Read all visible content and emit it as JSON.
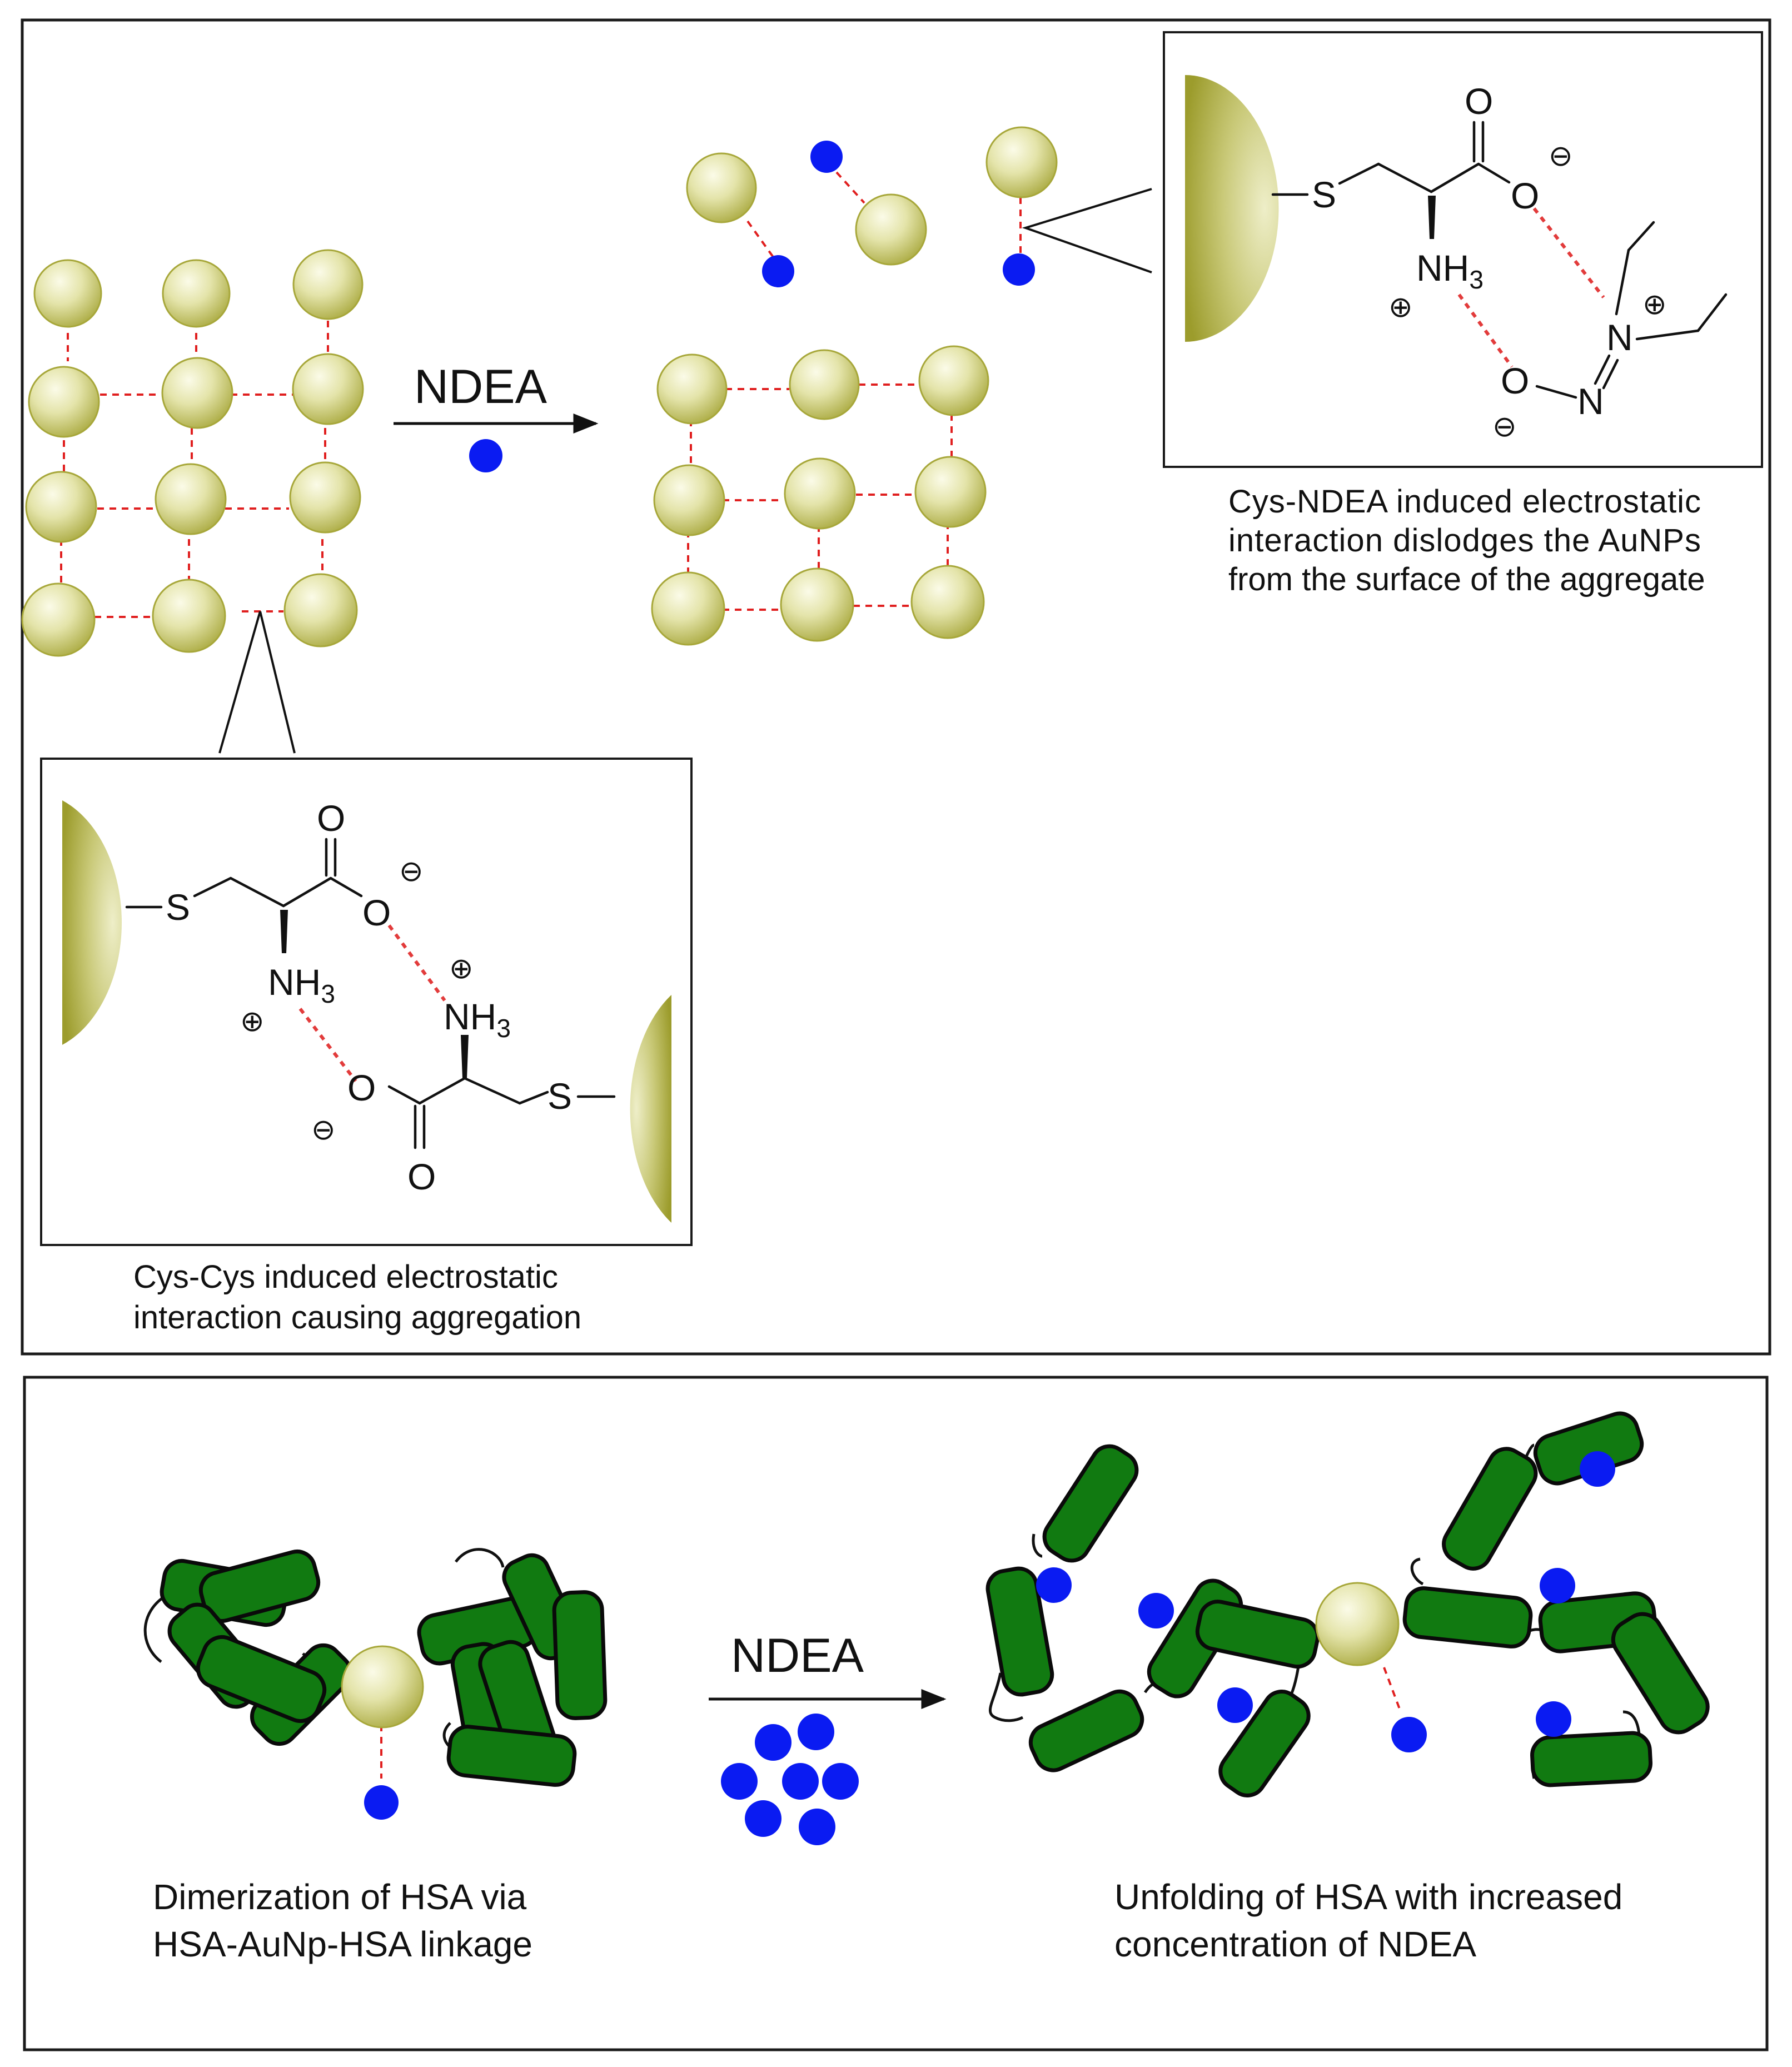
{
  "top_panel": {
    "arrow_label": "NDEA",
    "inset_aggregation": {
      "atoms": {
        "s1": "S",
        "s2": "S",
        "o_carbonyl_1": "O",
        "o_anion_1": "O",
        "o_carbonyl_2": "O",
        "o_anion_2": "O",
        "nh3_1": "NH",
        "nh3_2": "NH",
        "sub3": "3",
        "plus": "⊕",
        "minus": "⊖"
      },
      "caption_line1": "Cys-Cys induced electrostatic",
      "caption_line2": "interaction causing aggregation"
    },
    "inset_dislodge": {
      "atoms": {
        "s": "S",
        "o_carbonyl": "O",
        "o_anion": "O",
        "nh3": "NH",
        "sub3": "3",
        "n_plus": "N",
        "n_double": "N",
        "o_nitroso": "O",
        "plus": "⊕",
        "minus": "⊖"
      },
      "caption_line1": "Cys-NDEA induced electrostatic",
      "caption_line2": "interaction dislodges the AuNPs",
      "caption_line3": "from the surface of the aggregate"
    }
  },
  "bottom_panel": {
    "arrow_label": "NDEA",
    "left_caption_line1": "Dimerization of HSA via",
    "left_caption_line2": "HSA-AuNp-HSA linkage",
    "right_caption_line1": "Unfolding of HSA with increased",
    "right_caption_line2": "concentration of NDEA"
  },
  "colors": {
    "gold_nanoparticle": "#d6d68a",
    "ndea_molecule": "#0a1bf2",
    "hsa_helix": "#117a11",
    "interaction_line": "#e01f1f"
  }
}
